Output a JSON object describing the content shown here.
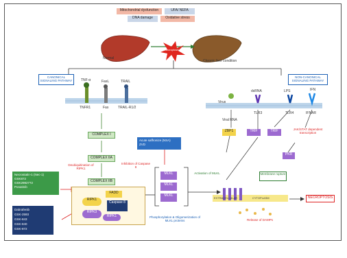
{
  "diagram": {
    "causes": {
      "mito": "Mitochondrial dysfunction",
      "ufa": "UFA/ NEFA",
      "dna": "DNA damage",
      "ox": "Oxidative stress"
    },
    "liver": {
      "normal": "Normal",
      "chronic": "Chronic liver condition",
      "necroptosis_burst": "Necroptosis"
    },
    "pathways": {
      "canonical": "CANONICAL SIGNALING PATHWAY",
      "noncanonical": "NON-CANONICAL SIGNALING PATHWAY"
    },
    "receptors": {
      "tnf": "TNF-α",
      "tnfr1": "TNFR1",
      "fasl": "FasL",
      "fas": "Fas",
      "trail": "TRAIL",
      "trailr": "TRAIL-R1/2",
      "virus": "Virus",
      "dsrna": "dsRNA",
      "tlr3": "TLR3",
      "lps": "LPS",
      "tlr4": "TLR4",
      "ifn": "IFN",
      "ifnar": "IFNAR",
      "viral_rna": "Viral RNA"
    },
    "complexes": {
      "c1": "COMPLEX I",
      "c2a": "COMPLEX IIA",
      "c2b": "COMPLEX IIB",
      "zbp1": "ZBP1",
      "trif1": "TRIF",
      "trif2": "TRIF",
      "jak": "JAK/STAT dependent transcription",
      "pkr": "PKR"
    },
    "annotations": {
      "deub": "Deubiquitination of RIPK1",
      "inhib": "Inhibition of Caspase 8",
      "phospho": "Phosphorylation & Oligomerization of MLKL proteins",
      "activation": "Activation of MLKL",
      "membrane": "Membrane rupture",
      "release": "Release of DAMPs",
      "necroptosis": "NECROPTOSIS"
    },
    "inhibitors_green": [
      "Necrostatin-1 (Nec-1)",
      "GSK872",
      "GSK2982772",
      "Ponatinib"
    ],
    "inhibitors_blue": [
      "Acute saffronize (NSA)",
      "ZVD"
    ],
    "inhibitors_navy": [
      "Dabrafenib",
      "GSK-2593",
      "GSK-843",
      "GSK-840",
      "GSK-872"
    ],
    "necrosome": {
      "ripk1": "RIPK1",
      "ripk3": "RIPK3",
      "fadd": "FADD",
      "casp8": "Caspase 8",
      "ripk1b": "RIPK1"
    },
    "mlkl": [
      "MLKL",
      "MLKL",
      "MLKL"
    ],
    "membrane_text_left": "EXTRACELLULAR",
    "membrane_text_right": "CYTOPLASM"
  },
  "colors": {
    "salmon": "#f2b8a6",
    "grey_blue": "#c9d6e8",
    "green": "#3c9a48",
    "navy": "#1f3b73",
    "purple": "#8a5bb0",
    "yellow": "#f3d34a",
    "liver_red": "#b23a2a",
    "liver_brown": "#8a5a2b",
    "blue_arrow": "#2d6fc2"
  }
}
